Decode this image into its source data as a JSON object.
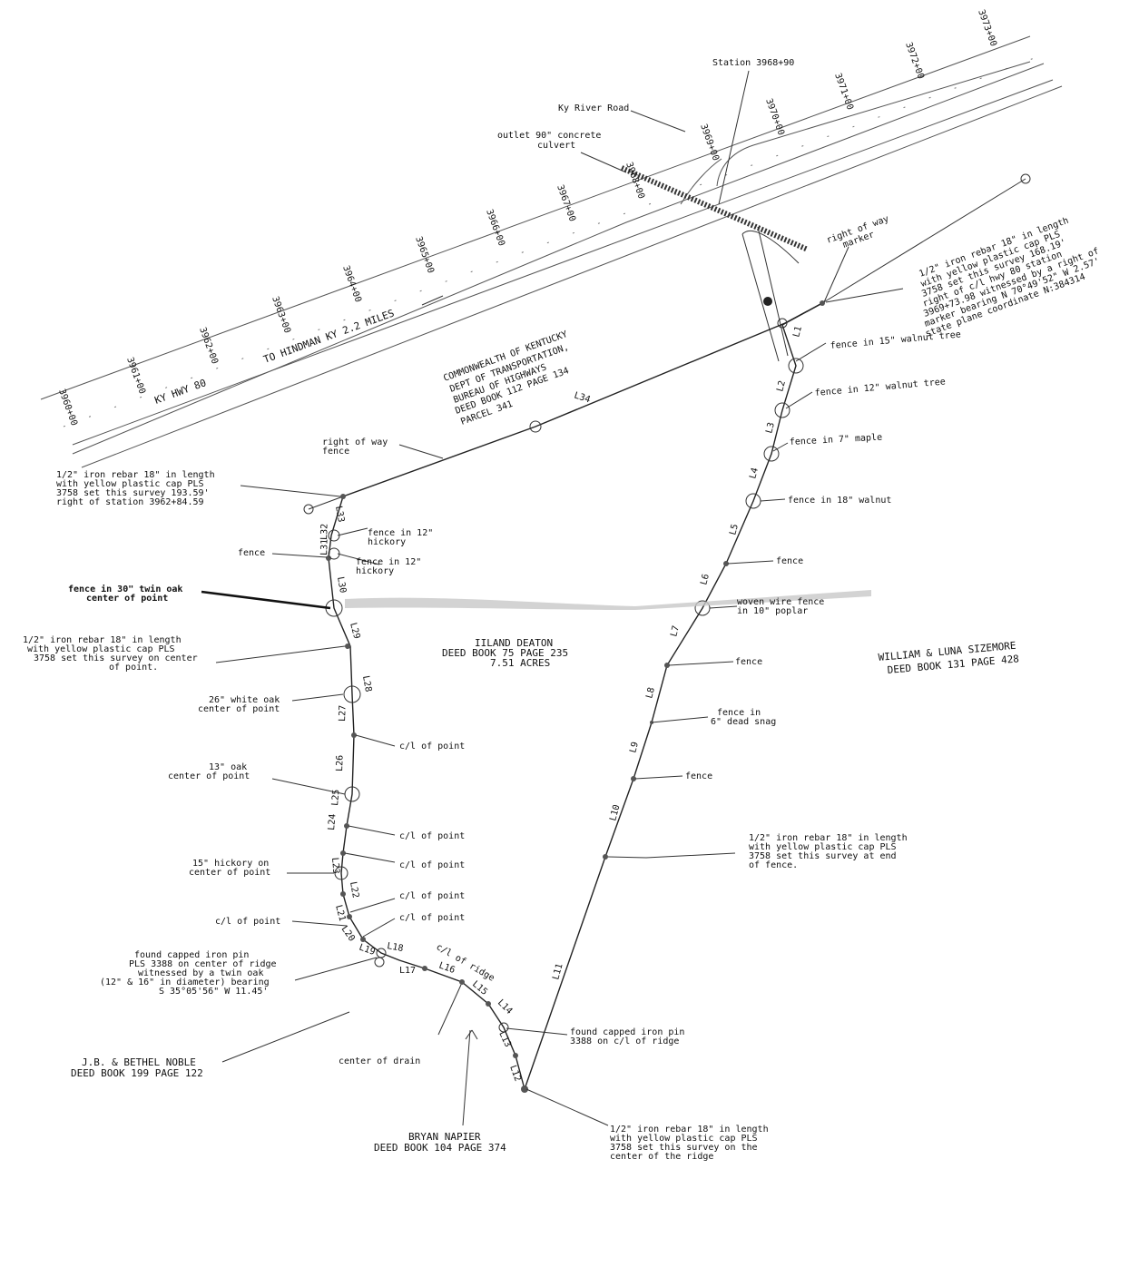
{
  "highway": {
    "name": "KY HWY 80",
    "direction": "TO HINDMAN KY 2.2 MILES",
    "stations": [
      "3960+00",
      "3961+00",
      "3962+00",
      "3963+00",
      "3964+00",
      "3965+00",
      "3966+00",
      "3967+00",
      "3968+00",
      "3969+00",
      "3970+00",
      "3971+00",
      "3972+00",
      "3973+00"
    ],
    "station_callout": "Station 3968+90",
    "side_road": "Ky River Road",
    "culvert": [
      "outlet 90\" concrete",
      "culvert"
    ]
  },
  "owners": {
    "commonwealth": [
      "COMMONWEALTH OF KENTUCKY",
      "DEPT OF TRANSPORTATION,",
      "BUREAU OF HIGHWAYS",
      "DEED BOOK 112 PAGE 134",
      "PARCEL 341"
    ],
    "deaton": [
      "IILAND DEATON",
      "DEED BOOK 75 PAGE 235",
      "7.51 ACRES"
    ],
    "sizemore": [
      "WILLIAM & LUNA SIZEMORE",
      "DEED BOOK 131 PAGE 428"
    ],
    "noble": [
      "J.B. & BETHEL NOBLE",
      "DEED BOOK 199 PAGE 122"
    ],
    "napier": [
      "BRYAN NAPIER",
      "DEED BOOK 104 PAGE 374"
    ]
  },
  "callouts": {
    "row_marker": [
      "right of way",
      "marker"
    ],
    "start_rebar": [
      "1/2\" iron rebar 18\" in length",
      "with yellow plastic cap PLS",
      "3758 set this survey 168.19'",
      "right of c/l hwy 80 station",
      "3969+73.98 witnessed by a right of",
      "marker bearing N 70°49'52\" W 2.57'",
      "state plane coordinate N:384314"
    ],
    "row_fence": [
      "right of way",
      "fence"
    ],
    "west_rebar": [
      "1/2\" iron rebar 18\" in length",
      "with yellow plastic cap PLS",
      "3758 set this survey 193.59'",
      "right of station 3962+84.59"
    ],
    "center_rebar": [
      "1/2\" iron rebar 18\" in length",
      "with yellow plastic cap PLS",
      "3758 set this survey on center",
      "of point."
    ],
    "end_fence_rebar": [
      "1/2\" iron rebar 18\" in length",
      "with yellow plastic cap PLS",
      "3758 set this survey at end",
      "of fence."
    ],
    "ridge_rebar": [
      "1/2\" iron rebar 18\" in length",
      "with yellow plastic cap PLS",
      "3758 set this survey on the",
      "center of the ridge"
    ],
    "found_pin_west": [
      "found capped iron pin",
      "PLS 3388 on center of ridge",
      "witnessed by a twin oak",
      "(12\" & 16\" in diameter) bearing",
      "S 35°05'56\" W 11.45'"
    ],
    "found_pin_east": [
      "found capped iron pin",
      "3388 on c/l of ridge"
    ],
    "twin_oak": [
      "fence in 30\" twin oak",
      "center of point"
    ],
    "white_oak": [
      "26\" white oak",
      "center of point"
    ],
    "oak13": [
      "13\" oak",
      "center of point"
    ],
    "hickory15": [
      "15\" hickory on",
      "center of point"
    ],
    "hickory_a": [
      "fence in 12\"",
      "hickory"
    ],
    "hickory_b": [
      "fence in 12\"",
      "hickory"
    ],
    "woven": [
      "woven wire fence",
      "in 10\" poplar"
    ],
    "snag": [
      "fence in",
      "6\" dead snag"
    ],
    "walnut15": "fence in 15\" walnut tree",
    "walnut12": "fence in 12\" walnut tree",
    "maple7": "fence in 7\" maple",
    "walnut18": "fence in 18\" walnut",
    "fence": "fence",
    "cl_point": "c/l of point",
    "cl_ridge": "c/l of ridge",
    "center_drain": "center of drain"
  },
  "segments": [
    "L1",
    "L2",
    "L3",
    "L4",
    "L5",
    "L6",
    "L7",
    "L8",
    "L9",
    "L10",
    "L11",
    "L12",
    "L13",
    "L14",
    "L15",
    "L16",
    "L17",
    "L18",
    "L19",
    "L20",
    "L21",
    "L22",
    "L23",
    "L24",
    "L25",
    "L26",
    "L27",
    "L28",
    "L29",
    "L30",
    "L31",
    "L32",
    "L33",
    "L34"
  ]
}
